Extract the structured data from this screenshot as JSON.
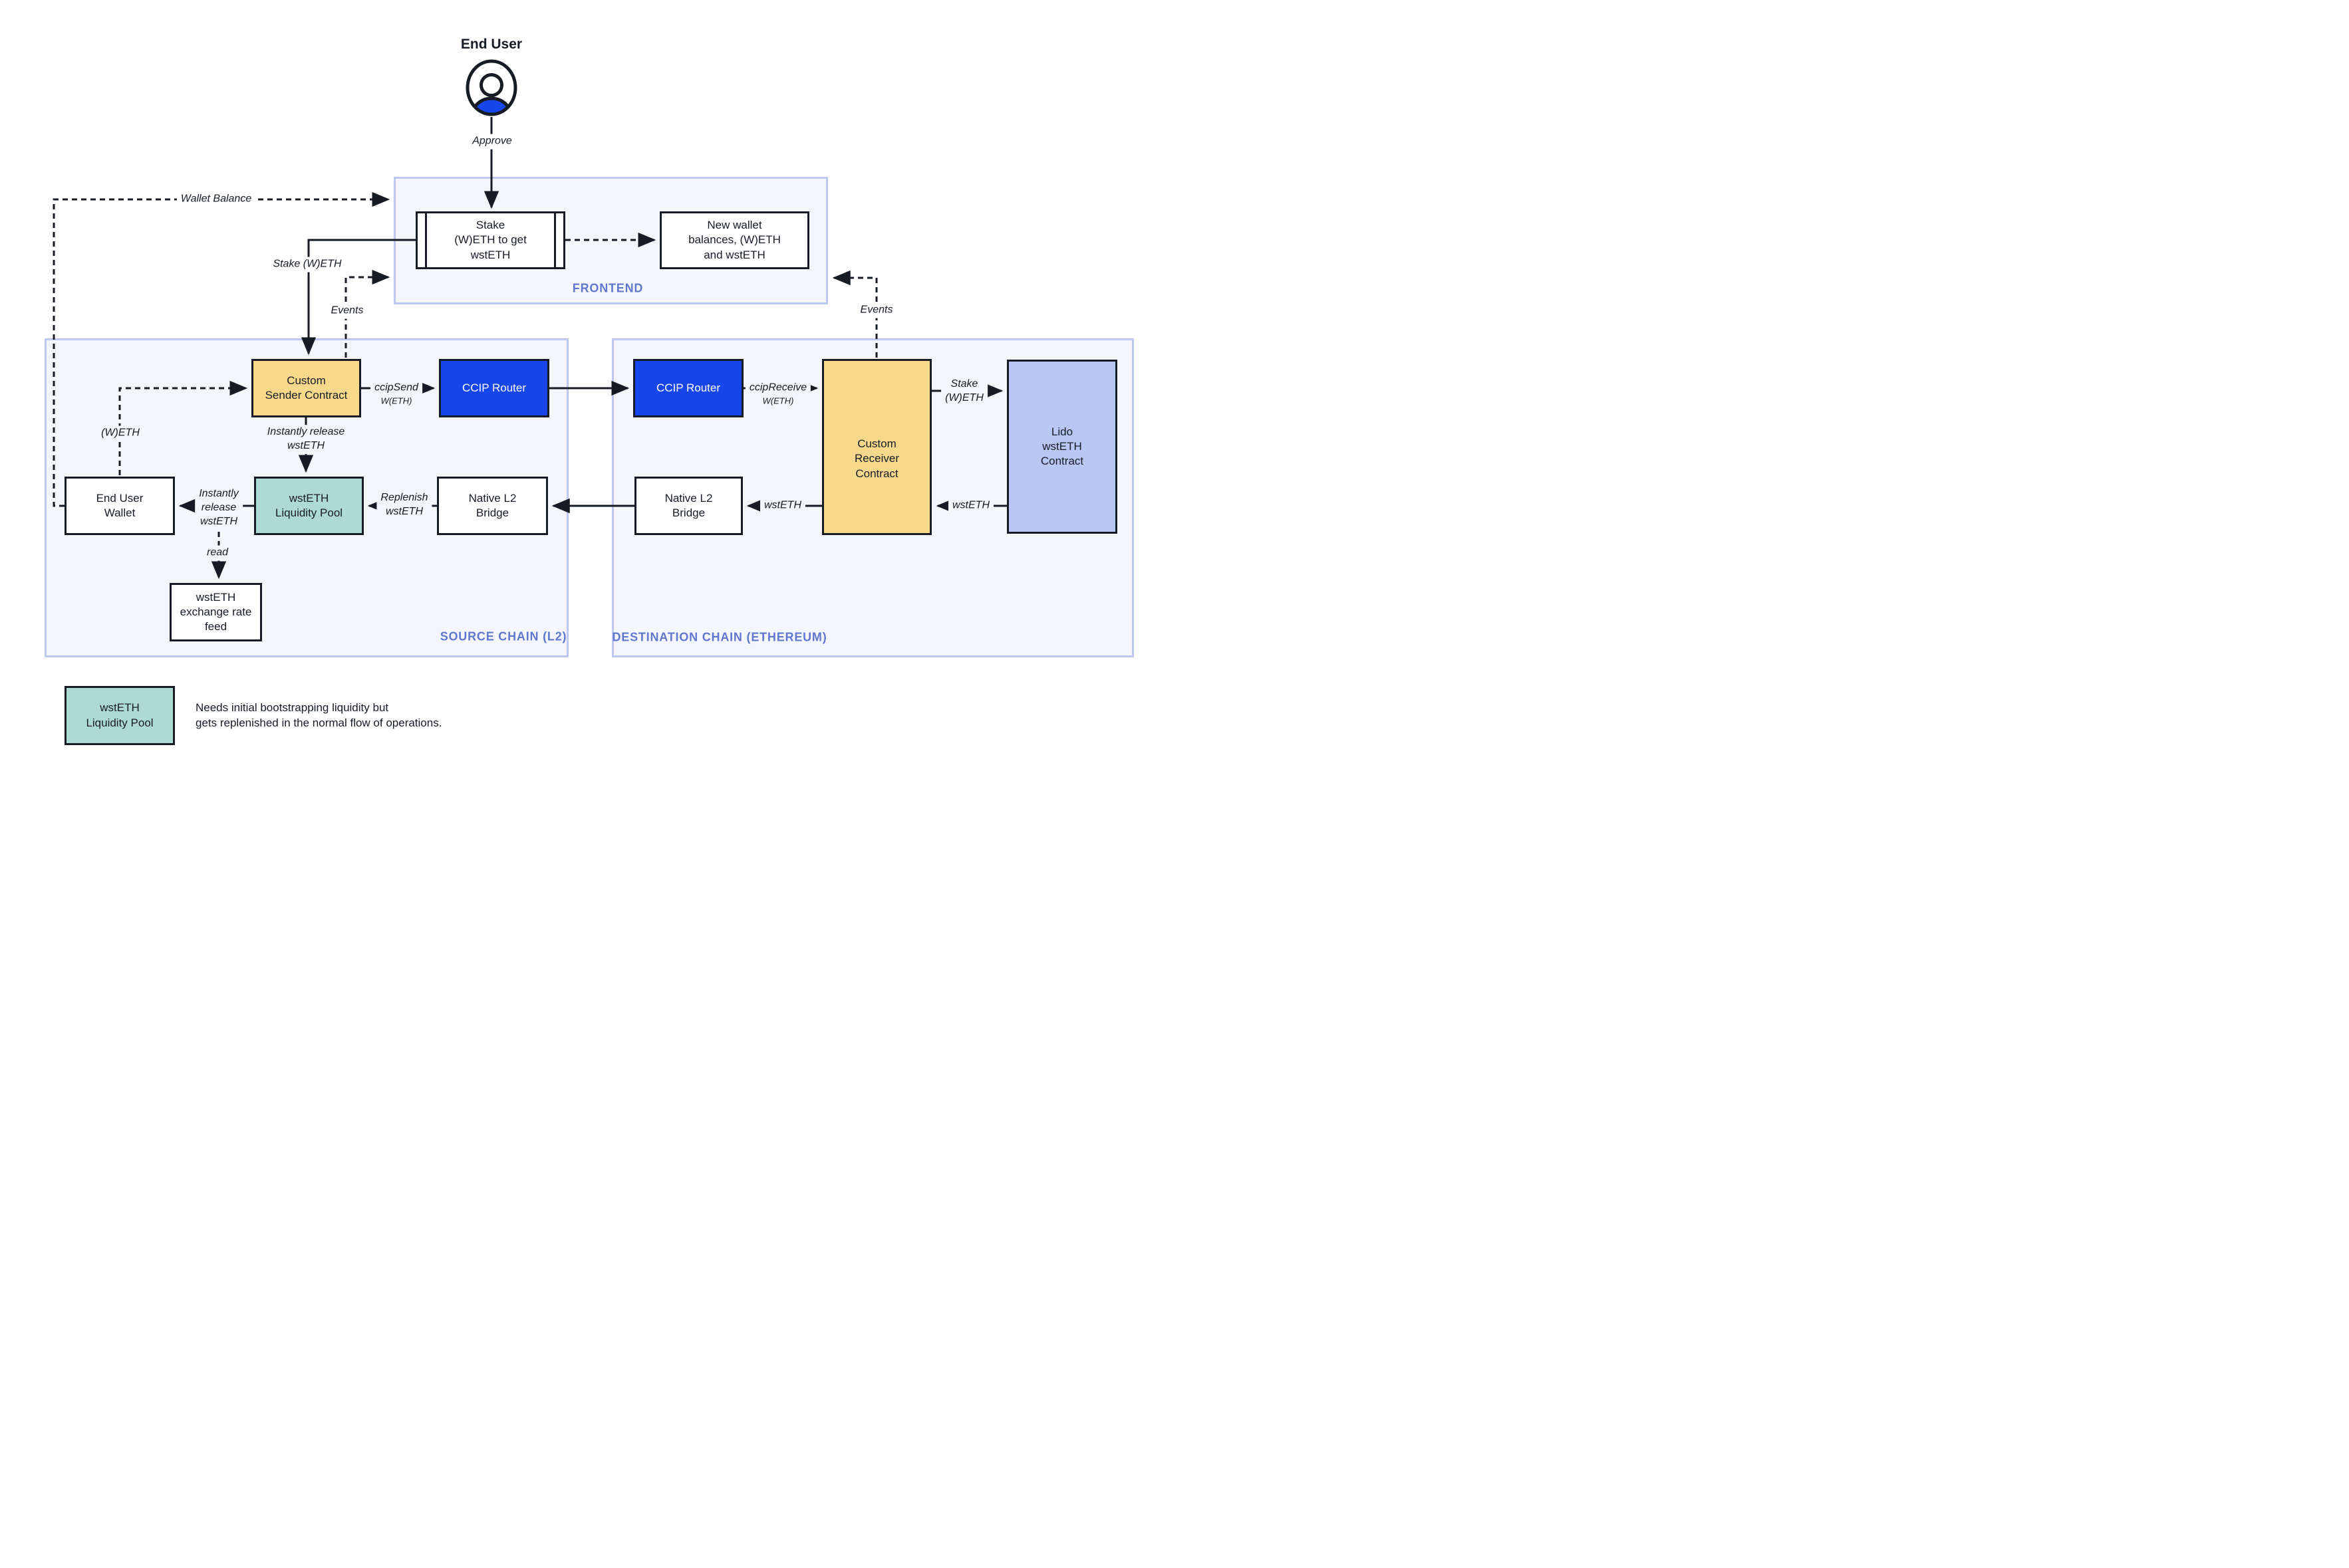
{
  "actor": {
    "title": "End User"
  },
  "containers": {
    "frontend": {
      "label": "FRONTEND"
    },
    "source": {
      "label": "SOURCE CHAIN (L2)"
    },
    "destination": {
      "label": "DESTINATION CHAIN (ETHEREUM)"
    }
  },
  "nodes": {
    "stake_widget": "Stake\n(W)ETH to get\nwstETH",
    "new_wallet": "New wallet\nbalances, (W)ETH\nand wstETH",
    "custom_sender": "Custom\nSender Contract",
    "ccip_router_source": "CCIP Router",
    "ccip_router_destination": "CCIP Router",
    "custom_receiver": "Custom\nReceiver\nContract",
    "lido_contract": "Lido\nwstETH\nContract",
    "end_user_wallet": "End User\nWallet",
    "liquidity_pool": "wstETH\nLiquidity Pool",
    "native_bridge_source": "Native L2\nBridge",
    "native_bridge_destination": "Native L2\nBridge",
    "exchange_rate_feed": "wstETH\nexchange rate\nfeed"
  },
  "edges": {
    "approve": "Approve",
    "wallet_balance": "Wallet Balance",
    "stake_weth_left": "Stake (W)ETH",
    "events_left": "Events",
    "events_right": "Events",
    "weth": "(W)ETH",
    "ccip_send": "ccipSend",
    "ccip_send_sub": "W(ETH)",
    "ccip_receive": "ccipReceive",
    "ccip_receive_sub": "W(ETH)",
    "stake_weth_right": "Stake\n(W)ETH",
    "wsteth_lido_to_receiver": "wstETH",
    "wsteth_receiver_to_bridge": "wstETH",
    "replenish": "Replenish\nwstETH",
    "instant_release_vertical": "Instantly release\nwstETH",
    "instant_release_horizontal": "Instantly\nrelease\nwstETH",
    "read": "read"
  },
  "legend": {
    "box_label": "wstETH\nLiquidity Pool",
    "caption": "Needs initial bootstrapping liquidity but\ngets replenished in the normal flow of operations."
  },
  "colors": {
    "ink": "#171b26",
    "blue": "#1747ec",
    "yellow": "#f8d98c",
    "teal": "#aedad4",
    "lavender": "#b9c7f5",
    "panel": "#f5f6fc",
    "panel-border": "#bcc8f2",
    "section": "#5f78ce"
  }
}
